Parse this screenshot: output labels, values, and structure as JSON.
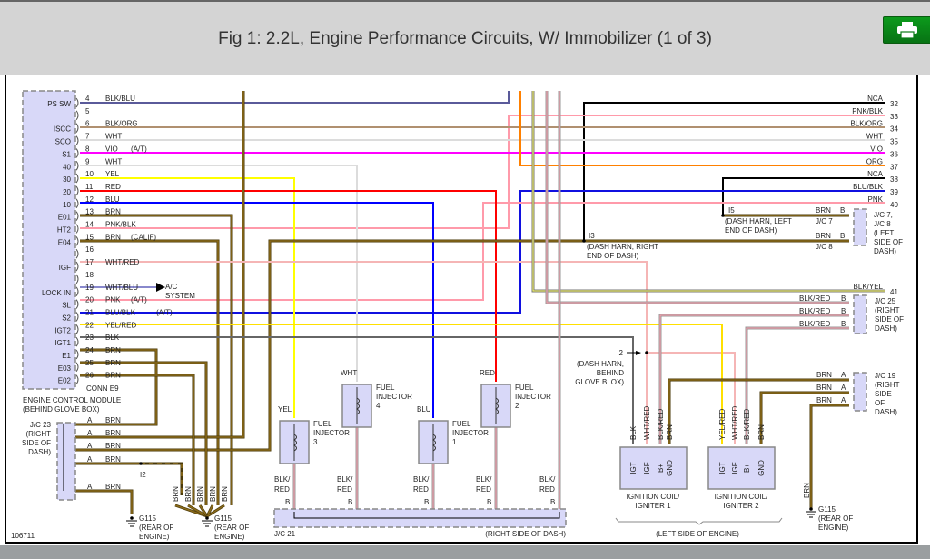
{
  "header": {
    "title": "Fig 1: 2.2L, Engine Performance Circuits, W/ Immobilizer (1 of 3)",
    "print_icon": "printer-icon",
    "print_button_color": "#0a8a1a"
  },
  "ecm": {
    "name": "ENGINE CONTROL MODULE",
    "location": "(BEHIND GLOVE BOX)",
    "connector": "CONN E9",
    "pins": [
      {
        "num": "4",
        "func": "PS SW",
        "color": "BLK/BLU",
        "note": ""
      },
      {
        "num": "5",
        "func": "",
        "color": "",
        "note": ""
      },
      {
        "num": "6",
        "func": "ISCC",
        "color": "BLK/ORG",
        "note": ""
      },
      {
        "num": "7",
        "func": "ISCO",
        "color": "WHT",
        "note": ""
      },
      {
        "num": "8",
        "func": "S1",
        "color": "VIO",
        "note": "(A/T)"
      },
      {
        "num": "9",
        "func": "40",
        "color": "WHT",
        "note": ""
      },
      {
        "num": "10",
        "func": "30",
        "color": "YEL",
        "note": ""
      },
      {
        "num": "11",
        "func": "20",
        "color": "RED",
        "note": ""
      },
      {
        "num": "12",
        "func": "10",
        "color": "BLU",
        "note": ""
      },
      {
        "num": "13",
        "func": "E01",
        "color": "BRN",
        "note": ""
      },
      {
        "num": "14",
        "func": "HT2",
        "color": "PNK/BLK",
        "note": ""
      },
      {
        "num": "15",
        "func": "E04",
        "color": "BRN",
        "note": "(CALIF)"
      },
      {
        "num": "16",
        "func": "",
        "color": "",
        "note": ""
      },
      {
        "num": "17",
        "func": "IGF",
        "color": "WHT/RED",
        "note": ""
      },
      {
        "num": "18",
        "func": "",
        "color": "",
        "note": ""
      },
      {
        "num": "19",
        "func": "LOCK IN",
        "color": "WHT/BLU",
        "note": ""
      },
      {
        "num": "20",
        "func": "SL",
        "color": "PNK",
        "note": "(A/T)"
      },
      {
        "num": "21",
        "func": "S2",
        "color": "BLU/BLK",
        "note": "(A/T)"
      },
      {
        "num": "22",
        "func": "IGT2",
        "color": "YEL/RED",
        "note": ""
      },
      {
        "num": "23",
        "func": "IGT1",
        "color": "BLK",
        "note": ""
      },
      {
        "num": "24",
        "func": "E1",
        "color": "BRN",
        "note": ""
      },
      {
        "num": "25",
        "func": "E03",
        "color": "BRN",
        "note": ""
      },
      {
        "num": "26",
        "func": "E02",
        "color": "BRN",
        "note": ""
      }
    ]
  },
  "ac_system": [
    "A/C",
    "SYSTEM"
  ],
  "right_pins": [
    {
      "num": "32",
      "color": "NCA"
    },
    {
      "num": "33",
      "color": "PNK/BLK"
    },
    {
      "num": "34",
      "color": "BLK/ORG"
    },
    {
      "num": "35",
      "color": "WHT"
    },
    {
      "num": "36",
      "color": "VIO"
    },
    {
      "num": "37",
      "color": "ORG"
    },
    {
      "num": "38",
      "color": "NCA"
    },
    {
      "num": "39",
      "color": "BLU/BLK"
    },
    {
      "num": "40",
      "color": "PNK"
    },
    {
      "num": "41",
      "color": "BLK/YEL"
    }
  ],
  "splices": {
    "i5": [
      "I5",
      "(DASH HARN, LEFT",
      "END OF DASH)"
    ],
    "i3": [
      "I3",
      "(DASH HARN, RIGHT",
      "END OF DASH)"
    ],
    "i2_right": [
      "I2",
      "(DASH HARN,",
      "BEHIND",
      "GLOVE BLOX)"
    ],
    "i2_left": "I2"
  },
  "jc7_8": {
    "rows": [
      {
        "color": "BRN",
        "pin": "B",
        "jc": "J/C 7"
      },
      {
        "color": "BRN",
        "pin": "B",
        "jc": "J/C 8"
      }
    ],
    "label": [
      "J/C 7,",
      "J/C 8",
      "(LEFT",
      "SIDE OF",
      "DASH)"
    ]
  },
  "jc25": {
    "rows": [
      {
        "color": "BLK/RED",
        "pin": "B"
      },
      {
        "color": "BLK/RED",
        "pin": "B"
      },
      {
        "color": "BLK/RED",
        "pin": "B"
      }
    ],
    "label": [
      "J/C 25",
      "(RIGHT",
      "SIDE OF",
      "DASH)"
    ]
  },
  "jc19": {
    "rows": [
      {
        "color": "BRN",
        "pin": "A"
      },
      {
        "color": "BRN",
        "pin": "A"
      },
      {
        "color": "BRN",
        "pin": "A"
      }
    ],
    "label": [
      "J/C 19",
      "(RIGHT",
      "SIDE",
      "OF",
      "DASH)"
    ]
  },
  "jc23": {
    "rows": [
      {
        "pin": "A",
        "color": "BRN"
      },
      {
        "pin": "A",
        "color": "BRN"
      },
      {
        "pin": "A",
        "color": "BRN"
      },
      {
        "pin": "A",
        "color": "BRN"
      },
      {
        "pin": "A",
        "color": "BRN"
      }
    ],
    "label": [
      "J/C 23",
      "(RIGHT",
      "SIDE OF",
      "DASH)"
    ]
  },
  "injectors": [
    {
      "name": [
        "FUEL",
        "INJECTOR",
        "3"
      ],
      "wire": "YEL",
      "ground": [
        "BLK/",
        "RED"
      ],
      "pin": "B"
    },
    {
      "name": [
        "FUEL",
        "INJECTOR",
        "4"
      ],
      "wire": "WHT",
      "ground": [
        "BLK/",
        "RED"
      ],
      "pin": "B"
    },
    {
      "name": [
        "FUEL",
        "INJECTOR",
        "1"
      ],
      "wire": "BLU",
      "ground": [
        "BLK/",
        "RED"
      ],
      "pin": "B"
    },
    {
      "name": [
        "FUEL",
        "INJECTOR",
        "2"
      ],
      "wire": "RED",
      "ground": [
        "BLK/",
        "RED"
      ],
      "pin": "B"
    }
  ],
  "jc21": {
    "name": "J/C 21",
    "location": "(RIGHT SIDE OF DASH)",
    "extra": {
      "ground": [
        "BLK/",
        "RED"
      ],
      "pin": "B"
    }
  },
  "coils": [
    {
      "name": [
        "IGNITION COIL/",
        "IGNITER 1"
      ],
      "terminals": [
        "IGT",
        "IGF",
        "B+",
        "GND"
      ],
      "wires": [
        "BLK",
        "WHT/RED",
        "BLK/RED",
        "BRN"
      ]
    },
    {
      "name": [
        "IGNITION COIL/",
        "IGNITER 2"
      ],
      "terminals": [
        "IGT",
        "IGF",
        "B+",
        "GND"
      ],
      "wires": [
        "YEL/RED",
        "WHT/RED",
        "BLK/RED",
        "BRN"
      ]
    }
  ],
  "coils_location": "(LEFT SIDE OF ENGINE)",
  "grounds": [
    {
      "name": "G115",
      "location": [
        "(REAR OF",
        "ENGINE)"
      ]
    },
    {
      "name": "G115",
      "location": [
        "(REAR OF",
        "ENGINE)"
      ]
    },
    {
      "name": "G115",
      "location": [
        "(REAR OF",
        "ENGINE)"
      ]
    }
  ],
  "ground_wire_labels": [
    "BRN",
    "BRN",
    "BRN",
    "BRN",
    "BRN",
    "BRN"
  ],
  "figure_id": "106711",
  "wire_colors": {
    "BRN": "#8a6a1a",
    "BLK/BLU": "#5a5a9a",
    "BLK/ORG": "#b09070",
    "WHT": "#dcdcdc",
    "VIO": "#ff00ff",
    "YEL": "#ffff00",
    "RED": "#ff0000",
    "BLU": "#0000ff",
    "PNK": "#ff9aaa",
    "WHT/RED": "#f5b5b5",
    "YEL/RED": "#ffe000",
    "BLK": "#666666",
    "BLK/RED": "#999999",
    "ORG": "#ff8000",
    "NCA": "#000000",
    "BLK/YEL": "#888888",
    "WHT/BLU": "#8888cc",
    "BLU/BLK": "#1010e0",
    "PNK/BLK": "#ff9aaa"
  },
  "component_fill": "#d8d8f8"
}
